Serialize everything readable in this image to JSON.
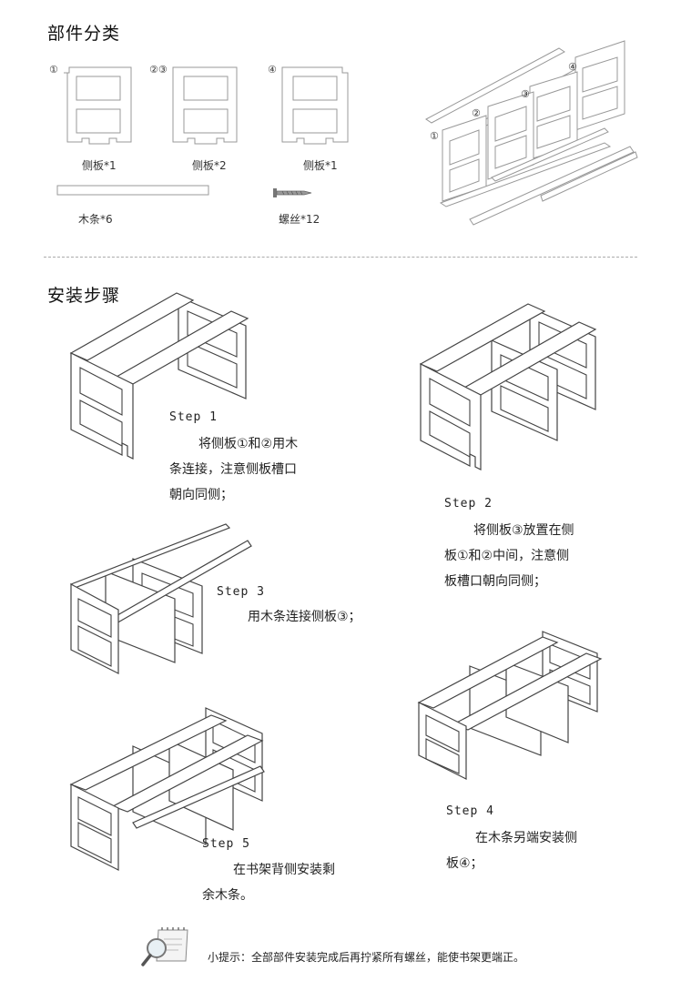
{
  "sections": {
    "parts_title": "部件分类",
    "steps_title": "安装步骤"
  },
  "parts": {
    "panel_1_num": "①",
    "panel_23_num": "②③",
    "panel_4_num": "④",
    "panel_1_label": "侧板*1",
    "panel_23_label": "侧板*2",
    "panel_4_label": "侧板*1",
    "strip_label": "木条*6",
    "screw_label": "螺丝*12"
  },
  "exploded": {
    "n1": "①",
    "n2": "②",
    "n3": "③",
    "n4": "④"
  },
  "steps": [
    {
      "title": "Step 1",
      "text": [
        "将侧板①和②用木",
        "条连接，注意侧板槽口",
        "朝向同侧；"
      ]
    },
    {
      "title": "Step 2",
      "text": [
        "将侧板③放置在侧",
        "板①和②中间，注意侧",
        "板槽口朝向同侧；"
      ]
    },
    {
      "title": "Step 3",
      "text": [
        "用木条连接侧板③；"
      ]
    },
    {
      "title": "Step 4",
      "text": [
        "在木条另端安装侧",
        "板④；"
      ]
    },
    {
      "title": "Step 5",
      "text": [
        "在书架背侧安装剩",
        "余木条。"
      ]
    }
  ],
  "tip": "小提示：全部部件安装完成后再拧紧所有螺丝，能使书架更端正。",
  "colors": {
    "line": "#444444",
    "light_line": "#999999",
    "divider": "#aaaaaa"
  }
}
